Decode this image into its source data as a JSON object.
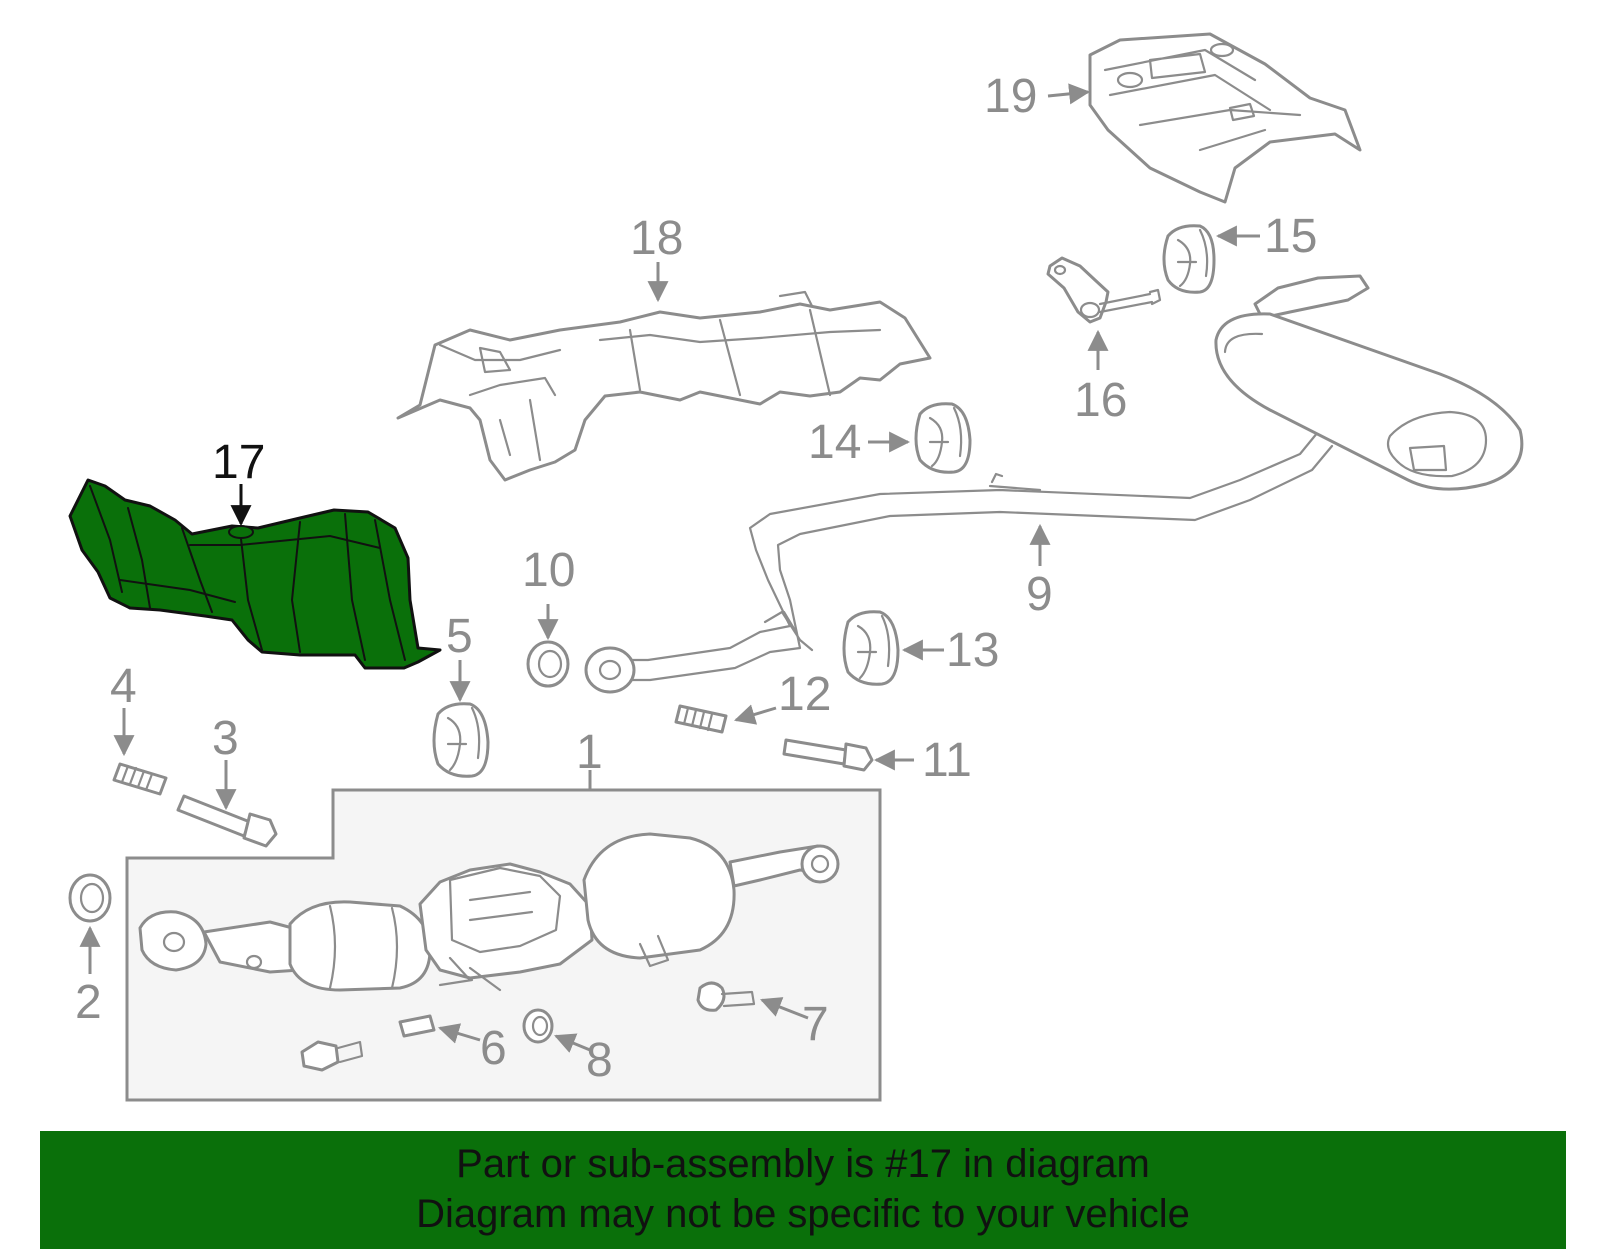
{
  "colors": {
    "highlight_fill": "#0a700a",
    "line_gray": "#8c8c8c",
    "inset_box_fill": "#f5f5f5",
    "banner_fill": "#0a700a",
    "text_dark": "#111111"
  },
  "callouts": [
    "1",
    "2",
    "3",
    "4",
    "5",
    "6",
    "7",
    "8",
    "9",
    "10",
    "11",
    "12",
    "13",
    "14",
    "15",
    "16",
    "17",
    "18",
    "19"
  ],
  "highlighted_part": "17",
  "banner": {
    "line1": "Part or sub-assembly is #17 in diagram",
    "line2": "Diagram may not be specific to your vehicle"
  }
}
